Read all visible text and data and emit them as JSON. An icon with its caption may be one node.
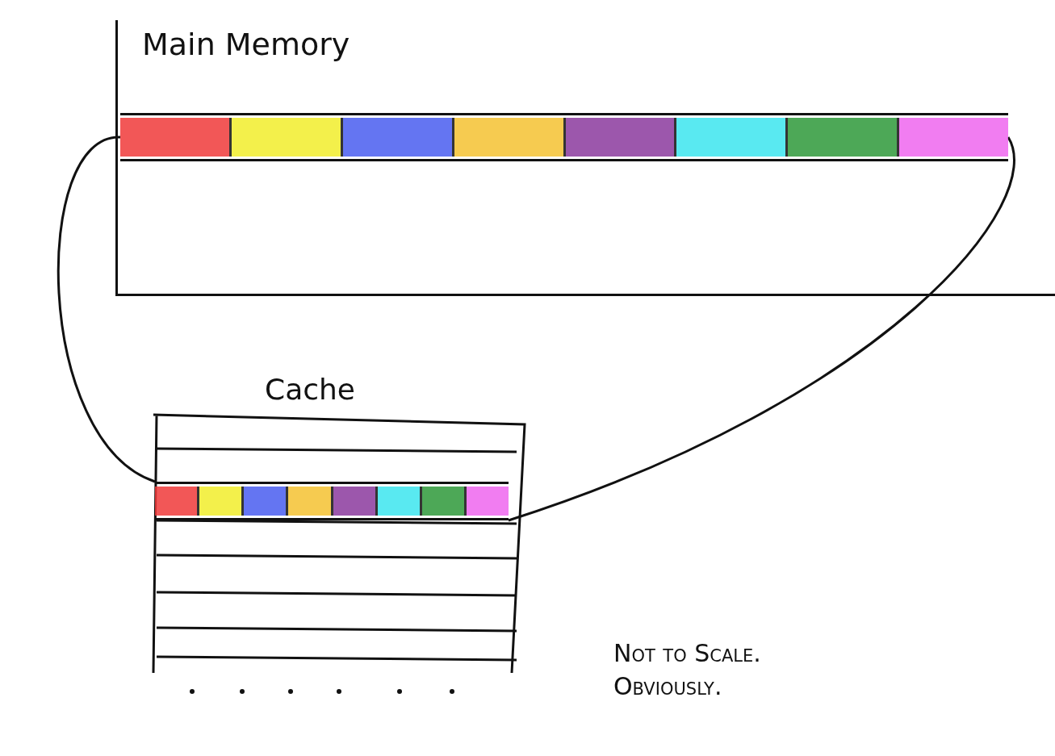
{
  "diagram": {
    "nodes": [
      {
        "text": [
          "Main Memory"
        ]
      },
      {
        "text": [],
        "shape": "bar",
        "in": 0
      },
      {
        "text": [
          "Cache"
        ]
      },
      {
        "text": [],
        "shape": "bar",
        "in": 2
      }
    ],
    "edges": [
      {
        "from": 1,
        "to": 3,
        "arrow": "none"
      },
      {
        "from": 1,
        "to": 3,
        "arrow": "none"
      }
    ],
    "labels": [
      "Not to Scale. Obviously."
    ]
  }
}
